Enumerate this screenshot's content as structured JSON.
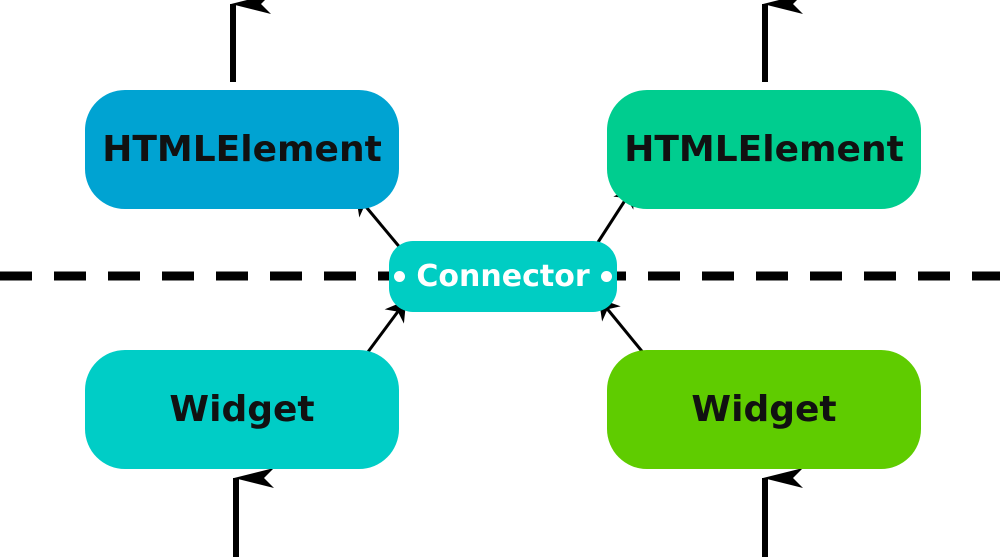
{
  "nodes": {
    "html_left": {
      "label": "HTMLElement",
      "color": "#00a3d2"
    },
    "html_right": {
      "label": "HTMLElement",
      "color": "#00cd8f"
    },
    "connector": {
      "label": "Connector",
      "color": "#00cdc3"
    },
    "widget_left": {
      "label": "Widget",
      "color": "#00cdc6"
    },
    "widget_right": {
      "label": "Widget",
      "color": "#5fcc00"
    }
  },
  "colors": {
    "arrow": "#000000",
    "boundary": "#000000"
  },
  "icons": {
    "connector_endpoints": "dot-icon"
  }
}
